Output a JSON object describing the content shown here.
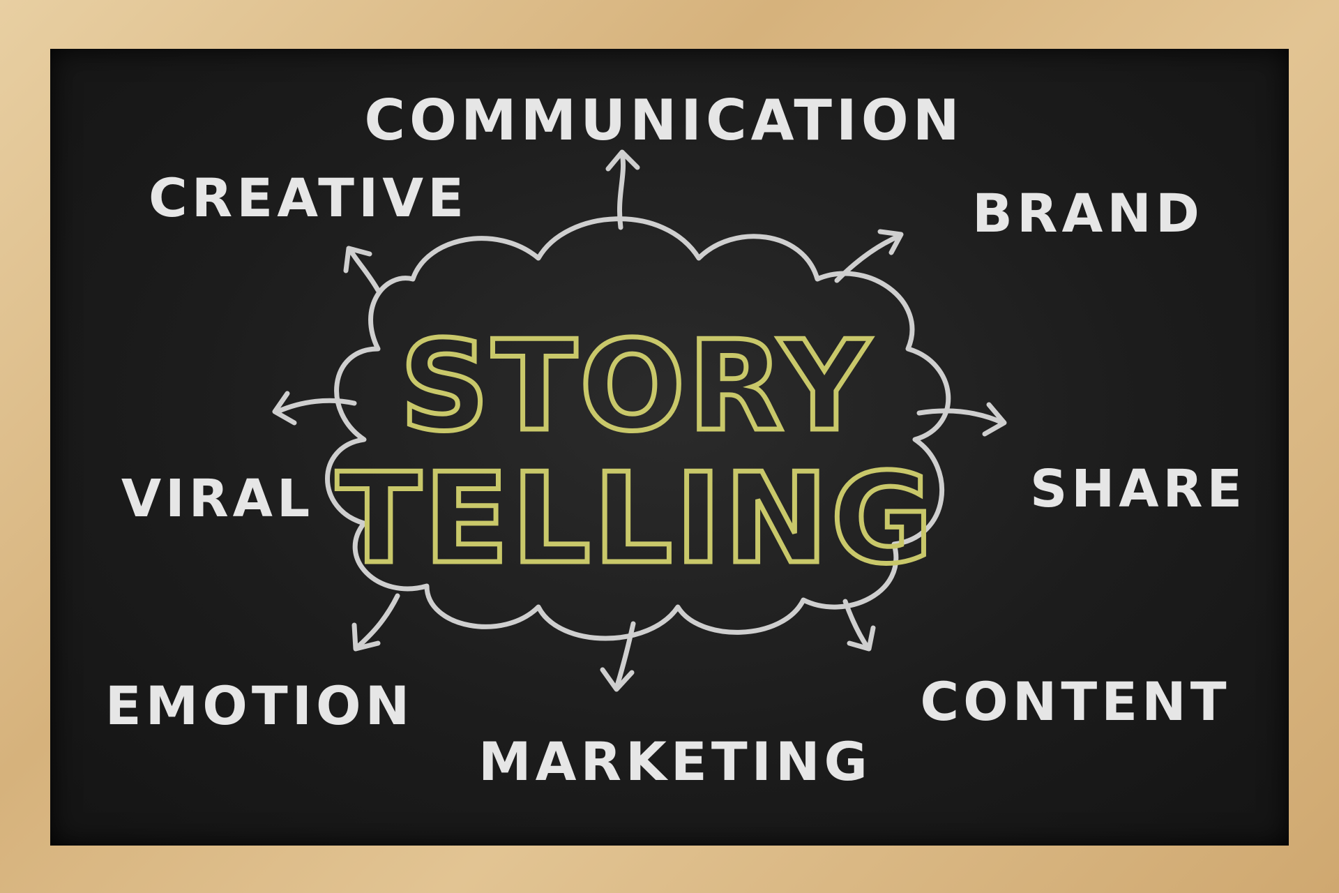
{
  "center": {
    "line1": "STORY",
    "line2": "TELLING"
  },
  "terms": {
    "communication": "COMMUNICATION",
    "creative": "CREATIVE",
    "brand": "BRAND",
    "viral": "VIRAL",
    "share": "SHARE",
    "emotion": "EMOTION",
    "marketing": "MARKETING",
    "content": "CONTENT"
  },
  "colors": {
    "chalk_white": "#e6e6e6",
    "chalk_yellow": "#c9c86a",
    "board": "#1c1c1c",
    "frame_wood": "#d9b98a"
  }
}
